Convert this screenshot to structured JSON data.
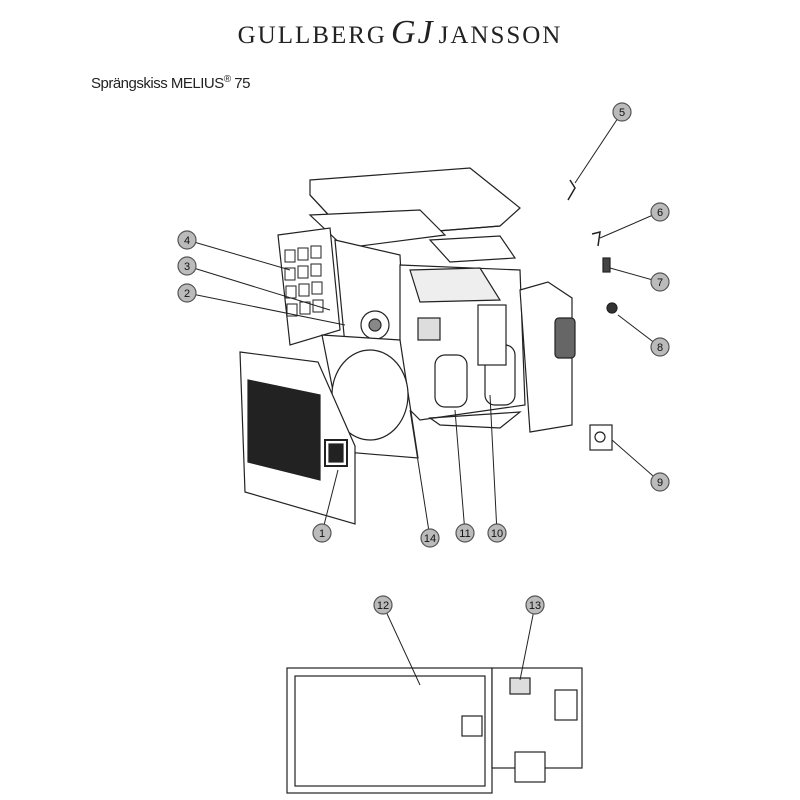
{
  "brand": {
    "left": "GULLBERG",
    "monogram": "GJ",
    "right": "JANSSON"
  },
  "title": {
    "prefix": "Sprängskiss MELIUS",
    "reg": "®",
    "model": "75"
  },
  "callouts": [
    "1",
    "2",
    "3",
    "4",
    "5",
    "6",
    "7",
    "8",
    "9",
    "10",
    "11",
    "12",
    "13",
    "14"
  ]
}
